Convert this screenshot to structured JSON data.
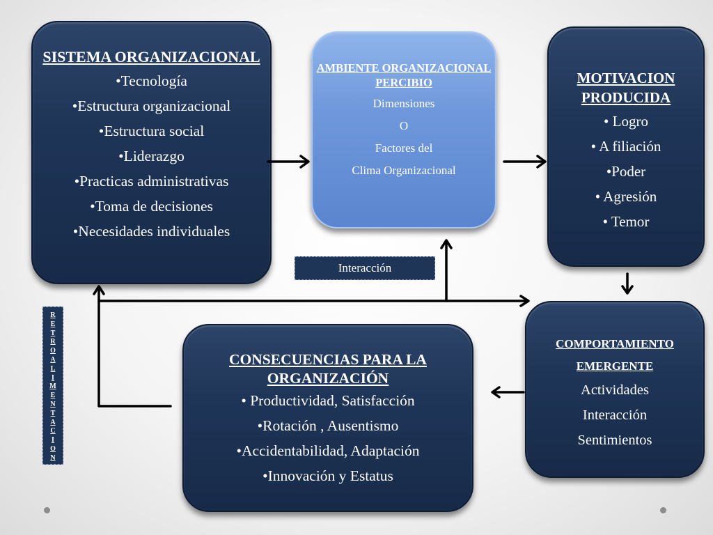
{
  "sistema": {
    "title": "SISTEMA ORGANIZACIONAL",
    "items": [
      "•Tecnología",
      "•Estructura organizacional",
      "•Estructura social",
      "•Liderazgo",
      "•Practicas administrativas",
      "•Toma de decisiones",
      "•Necesidades individuales"
    ]
  },
  "ambiente": {
    "title": "AMBIENTE ORGANIZACIONAL PERCIBIO",
    "lines": [
      "Dimensiones",
      "O",
      "Factores del",
      "Clima Organizacional"
    ]
  },
  "motivacion": {
    "title": "MOTIVACION PRODUCIDA",
    "items": [
      "• Logro",
      "• A filiación",
      "•Poder",
      "• Agresión",
      "• Temor"
    ]
  },
  "comportamiento": {
    "title_line1": "COMPORTAMIENTO",
    "title_line2": "EMERGENTE",
    "lines": [
      "Actividades",
      "Interacción",
      "Sentimientos"
    ]
  },
  "consecuencias": {
    "title": "CONSECUENCIAS  PARA LA ORGANIZACIÓN",
    "items": [
      "• Productividad, Satisfacción",
      "•Rotación , Ausentismo",
      "•Accidentabilidad, Adaptación",
      "•Innovación y  Estatus"
    ]
  },
  "interaccion_label": "Interacción",
  "retroalimentacion_letters": [
    "R",
    "E",
    "T",
    "R",
    "O",
    "A",
    "L",
    "I",
    "M",
    "E",
    "N",
    "T",
    "A",
    "C",
    "I",
    "O",
    "N"
  ]
}
